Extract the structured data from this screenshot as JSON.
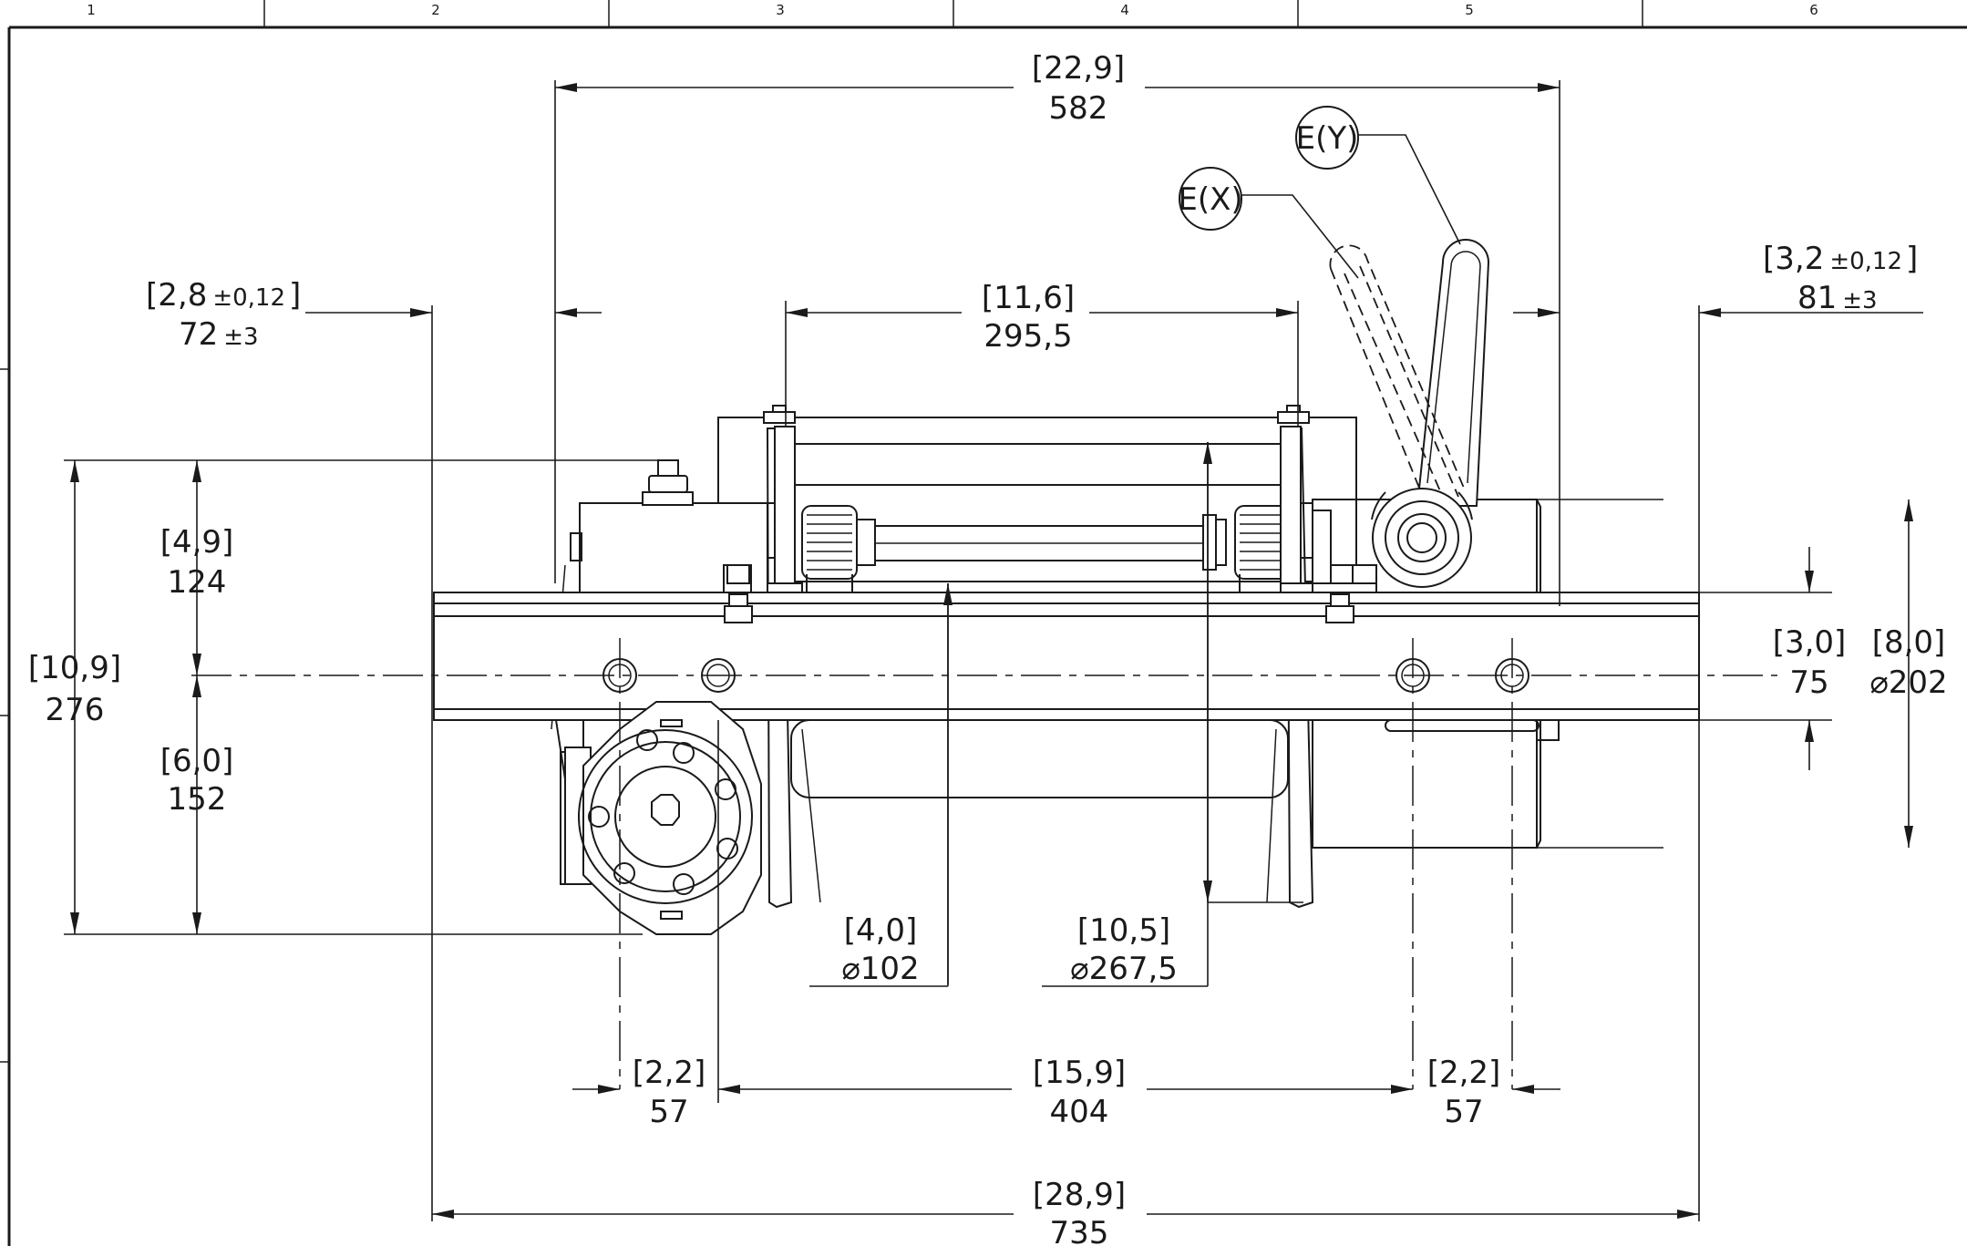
{
  "zone_numbers": [
    "1",
    "2",
    "3",
    "4",
    "5",
    "6"
  ],
  "balloons": {
    "ex": "E(X)",
    "ey": "E(Y)"
  },
  "dims": {
    "top_width": {
      "inch": "[22,9]",
      "mm": "582"
    },
    "left_offset": {
      "inch": "[2,8",
      "inch_tol": "±0,12",
      "mm": "72",
      "mm_tol": "±3"
    },
    "right_offset": {
      "inch": "[3,2",
      "inch_tol": "±0,12",
      "mm": "81",
      "mm_tol": "±3"
    },
    "drum_length": {
      "inch": "[11,6]",
      "mm": "295,5"
    },
    "total_height": {
      "inch": "[10,9]",
      "mm": "276"
    },
    "upper_height": {
      "inch": "[4,9]",
      "mm": "124"
    },
    "lower_height": {
      "inch": "[6,0]",
      "mm": "152"
    },
    "channel": {
      "inch": "[3,0]",
      "mm": "75"
    },
    "motor_dia": {
      "inch": "[8,0]",
      "mm": "⌀202"
    },
    "drum_dia": {
      "inch": "[4,0]",
      "mm": "⌀102"
    },
    "flange_dia": {
      "inch": "[10,5]",
      "mm": "⌀267,5"
    },
    "hole_left": {
      "inch": "[2,2]",
      "mm": "57"
    },
    "hole_span": {
      "inch": "[15,9]",
      "mm": "404"
    },
    "hole_right": {
      "inch": "[2,2]",
      "mm": "57"
    },
    "overall": {
      "inch": "[28,9]",
      "mm": "735"
    }
  }
}
